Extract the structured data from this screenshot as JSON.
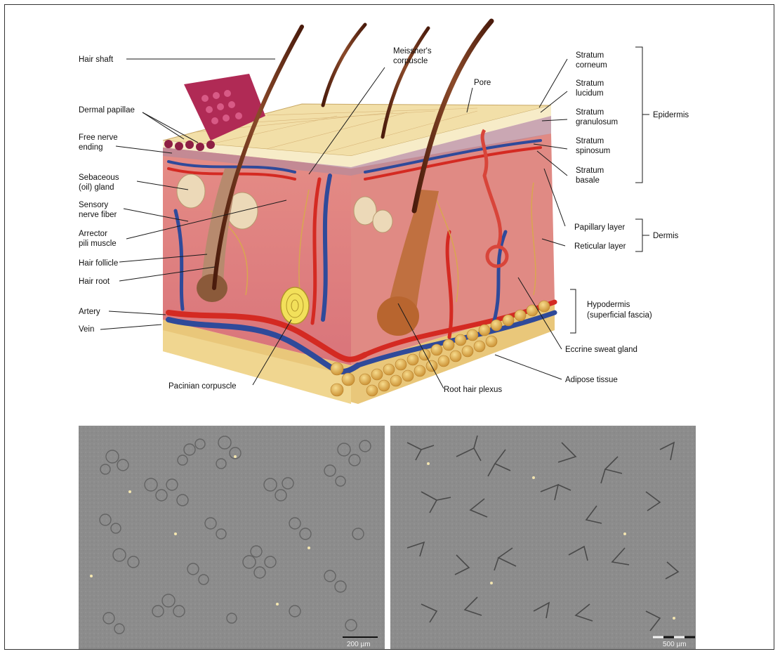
{
  "diagram": {
    "labels_left": [
      "Hair shaft",
      "Dermal papillae",
      "Free nerve",
      "ending",
      "Sebaceous",
      "(oil) gland",
      "Sensory",
      "nerve fiber",
      "Arrector",
      "pili muscle",
      "Hair follicle",
      "Hair root",
      "Artery",
      "Vein"
    ],
    "labels_top": [
      "Meissner's",
      "corpuscle",
      "Pore"
    ],
    "labels_right": [
      "Stratum",
      "corneum",
      "Stratum",
      "lucidum",
      "Stratum",
      "granulosum",
      "Stratum",
      "spinosum",
      "Stratum",
      "basale",
      "Papillary layer",
      "Reticular layer",
      "Hypodermis",
      "(superficial fascia)",
      "Eccrine sweat gland",
      "Adipose tissue"
    ],
    "labels_bottom": [
      "Pacinian corpuscle",
      "Root hair plexus"
    ],
    "groups": [
      "Epidermis",
      "Dermis"
    ]
  },
  "micrographs": [
    {
      "scale_label": "200 µm"
    },
    {
      "scale_label": "500 µm"
    }
  ],
  "colors": {
    "skin": "#e7a59a",
    "epidermis": "#f1dfa8",
    "artery": "#d42a22",
    "vein": "#2f4a9a",
    "fat": "#e9c46a",
    "hair": "#6a2e1a",
    "micrograph_bg": "#8d8d8d"
  }
}
